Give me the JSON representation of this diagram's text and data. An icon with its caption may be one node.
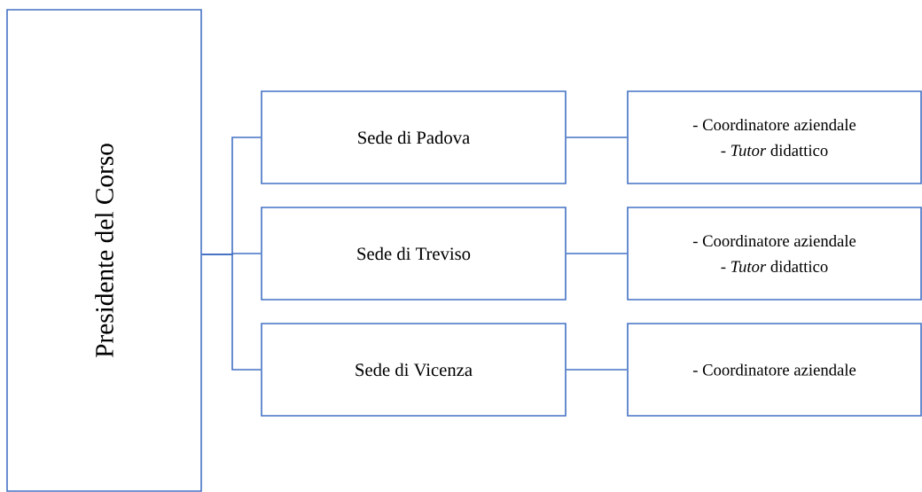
{
  "diagram": {
    "nodes": [
      {
        "text": [
          "Presidente del Corso"
        ]
      },
      {
        "text": [
          "Sede di Padova"
        ]
      },
      {
        "text": [
          "Sede di Treviso"
        ]
      },
      {
        "text": [
          "Sede di Vicenza"
        ]
      },
      {
        "text": [
          "- Coordinatore aziendale",
          "- *Tutor* didattico"
        ]
      },
      {
        "text": [
          "- Coordinatore aziendale",
          "- *Tutor* didattico"
        ]
      },
      {
        "text": [
          "- Coordinatore aziendale"
        ]
      }
    ],
    "edges": [
      {
        "from": 0,
        "to": 1,
        "arrow": "none"
      },
      {
        "from": 0,
        "to": 2,
        "arrow": "none"
      },
      {
        "from": 0,
        "to": 3,
        "arrow": "none"
      },
      {
        "from": 1,
        "to": 4,
        "arrow": "none"
      },
      {
        "from": 2,
        "to": 5,
        "arrow": "none"
      },
      {
        "from": 3,
        "to": 6,
        "arrow": "none"
      }
    ]
  }
}
